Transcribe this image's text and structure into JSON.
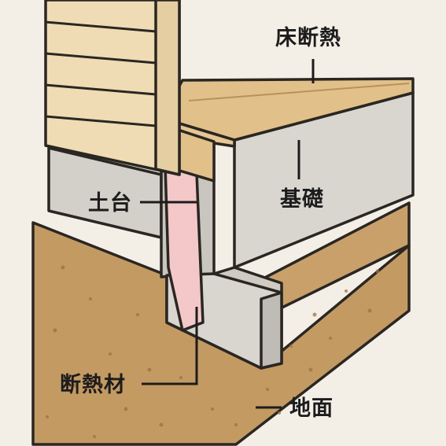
{
  "labels": {
    "floor_insulation": "床断熱",
    "sill_plate": "土台",
    "foundation": "基礎",
    "insulation": "断熱材",
    "ground": "地面"
  },
  "colors": {
    "background": "#f4efe6",
    "soil": "#c49a63",
    "soil_dark": "#a87d49",
    "concrete": "#d9d6d0",
    "concrete_dark": "#c9c6bf",
    "wood": "#e2c08a",
    "wood_dark": "#cfa96d",
    "siding": "#efdcb4",
    "insulation": "#f4c8c8",
    "outline": "#2a2723"
  }
}
